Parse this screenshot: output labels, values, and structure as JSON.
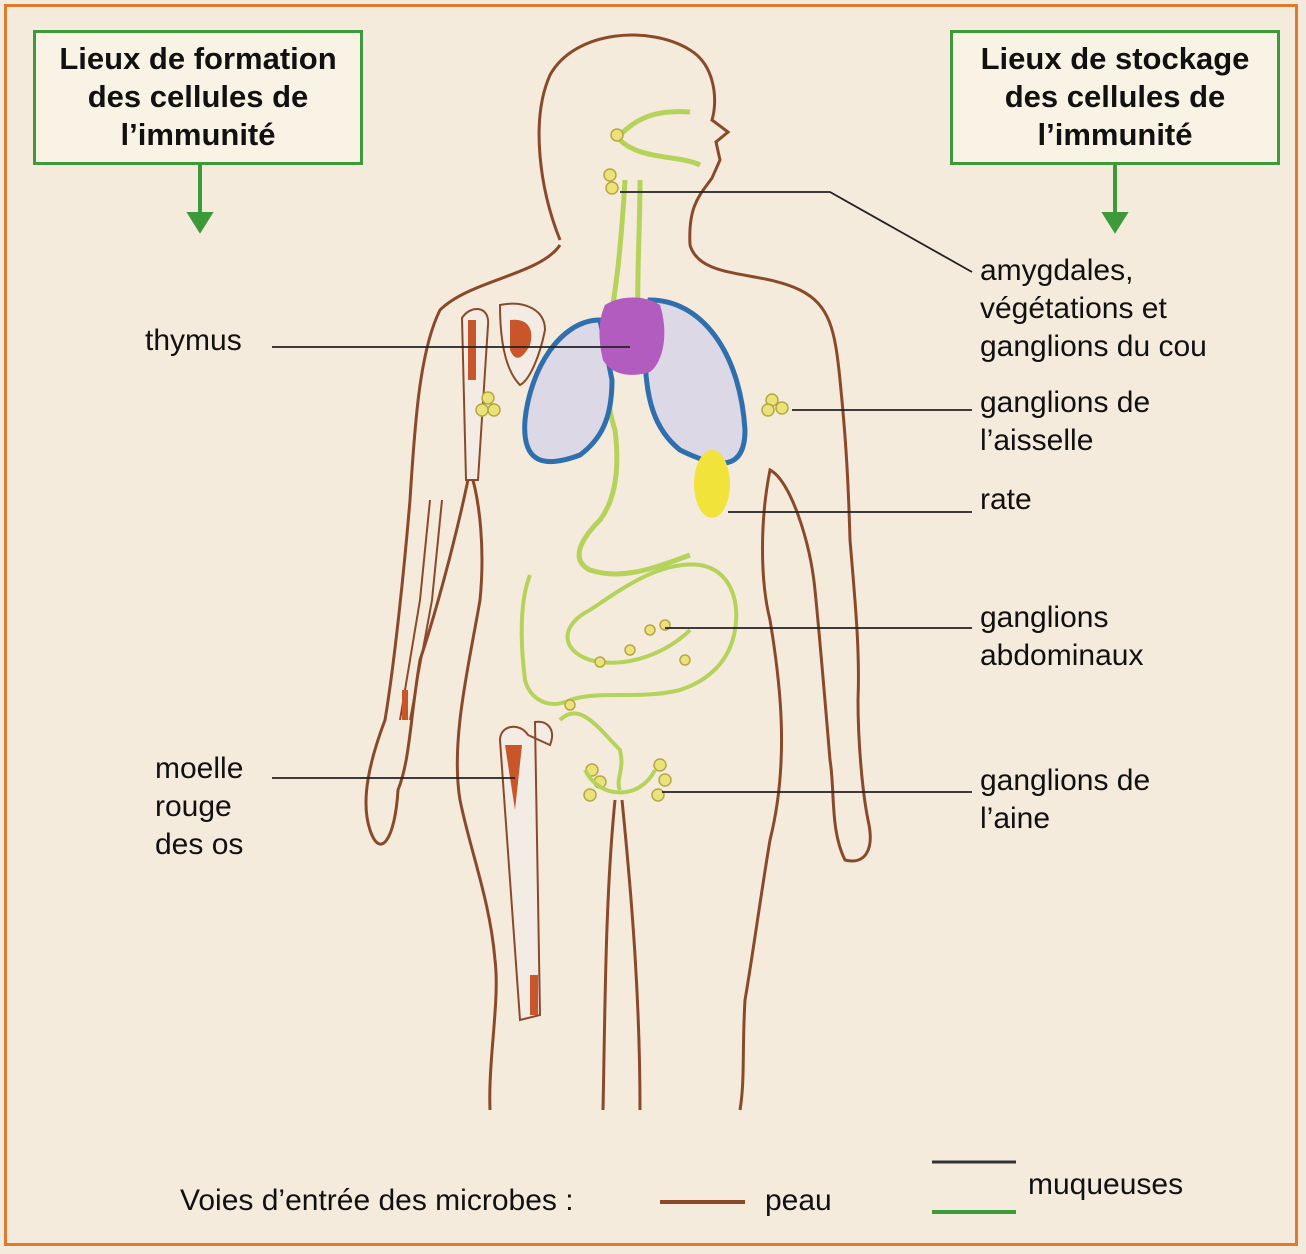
{
  "header_boxes": {
    "formation": "Lieux de formation\ndes cellules de\nl’immunité",
    "stockage": "Lieux de stockage\ndes cellules de\nl’immunité"
  },
  "labels": {
    "thymus": "thymus",
    "moelle": "moelle\nrouge\ndes os",
    "amygdales": "amygdales,\nvégétations et\nganglions du cou",
    "aisselle": "ganglions de\nl’aisselle",
    "rate": "rate",
    "abdominaux": "ganglions\nabdominaux",
    "aine": "ganglions de\nl’aine"
  },
  "legend": {
    "title": "Voies d’entrée des microbes :",
    "peau": "peau",
    "muqueuses": "muqueuses"
  },
  "colors": {
    "frame": "#e07a2c",
    "box_border": "#3d9a3a",
    "skin_line": "#8a4a2a",
    "mucosa_line": "#b5d35a",
    "lungs": "#2f6fae",
    "thymus": "#b35cbf",
    "spleen": "#f2e33a",
    "marrow": "#c9552a"
  }
}
